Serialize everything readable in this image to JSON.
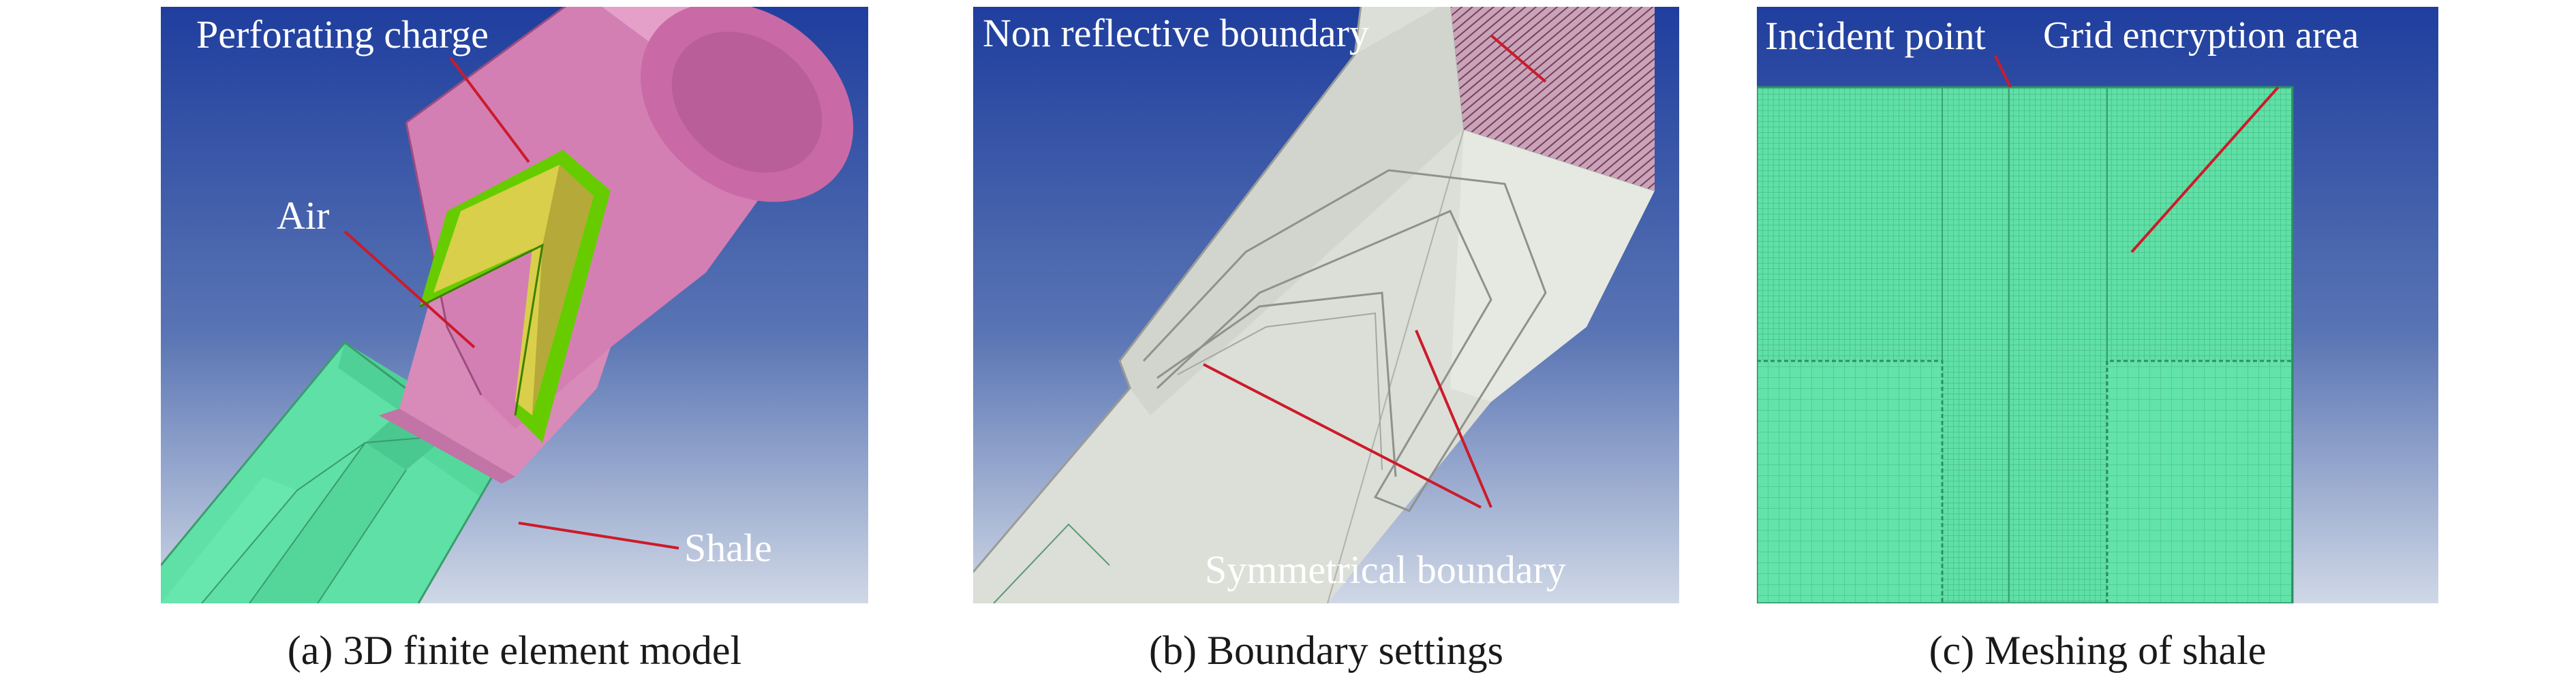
{
  "panels": [
    {
      "id": "a",
      "labels": {
        "perforating_charge": "Perforating charge",
        "air": "Air",
        "shale": "Shale"
      },
      "caption": "(a) 3D finite element model"
    },
    {
      "id": "b",
      "labels": {
        "non_reflective": "Non reflective boundary",
        "symmetrical": "Symmetrical boundary"
      },
      "caption": "(b) Boundary settings"
    },
    {
      "id": "c",
      "labels": {
        "incident_point": "Incident point",
        "grid_area": "Grid encryption area"
      },
      "caption": "(c) Meshing of shale"
    }
  ],
  "colors": {
    "background_top": "#1f3e9e",
    "background_bottom": "#d0d8e6",
    "charge_pink": "#d47fb4",
    "liner_green": "#66cc00",
    "explosive_yellow": "#d9cf4a",
    "shale_green": "#5fe0a6",
    "boundary_grey": "#dcded8",
    "leader_red": "#cc1b2a"
  }
}
